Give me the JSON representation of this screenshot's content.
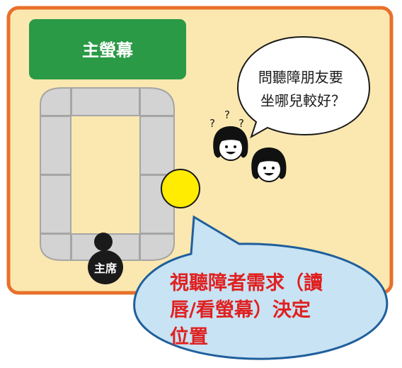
{
  "screen_label": "主螢幕",
  "chair_label": "主席",
  "question_text": [
    "問聽障朋友要",
    "坐哪兒較好？"
  ],
  "question_marks": [
    "?",
    "?",
    "?"
  ],
  "answer_text": [
    "視聽障者需求（讀",
    "唇/看螢幕）決定",
    "位置"
  ],
  "colors": {
    "room_fill": "#fbe8b0",
    "room_border": "#e8702a",
    "screen_fill": "#2a9a47",
    "seat_fill": "#d3d3d3",
    "seat_border": "#a5a5a5",
    "marker_fill": "#ffec00",
    "answer_fill": "#c8e3f3",
    "answer_border": "#1f5f9c",
    "answer_text": "#e02020"
  }
}
